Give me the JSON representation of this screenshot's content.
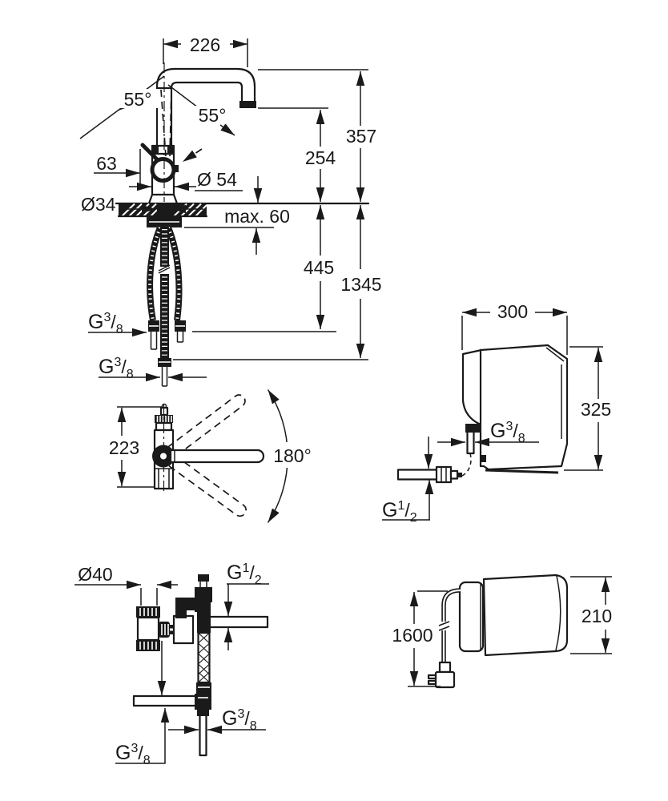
{
  "colors": {
    "background": "#ffffff",
    "line": "#1a1a1a"
  },
  "thread_labels": {
    "g38": {
      "g": "G",
      "sup": "3",
      "slash": "/",
      "sub": "8"
    },
    "g12": {
      "g": "G",
      "sup": "1",
      "slash": "/",
      "sub": "2"
    }
  },
  "views": {
    "faucet_front": {
      "dims": {
        "spout_reach": "226",
        "swivel_left": "55°",
        "swivel_right": "55°",
        "handle_offset": "63",
        "body_diameter": "Ø 54",
        "hole_diameter": "Ø34",
        "counter_thickness": "max. 60",
        "outlet_height": "254",
        "spout_height": "357",
        "hose_length_short": "445",
        "hose_length_long": "1345"
      }
    },
    "faucet_top": {
      "dims": {
        "body_height": "223",
        "swivel_range": "180°"
      }
    },
    "boiler_front": {
      "dims": {
        "width": "300",
        "height": "325"
      }
    },
    "boiler_top": {
      "dims": {
        "cable_length": "1600",
        "depth": "210"
      }
    },
    "valve_group": {
      "dims": {
        "filter_diameter": "Ø40"
      }
    }
  }
}
